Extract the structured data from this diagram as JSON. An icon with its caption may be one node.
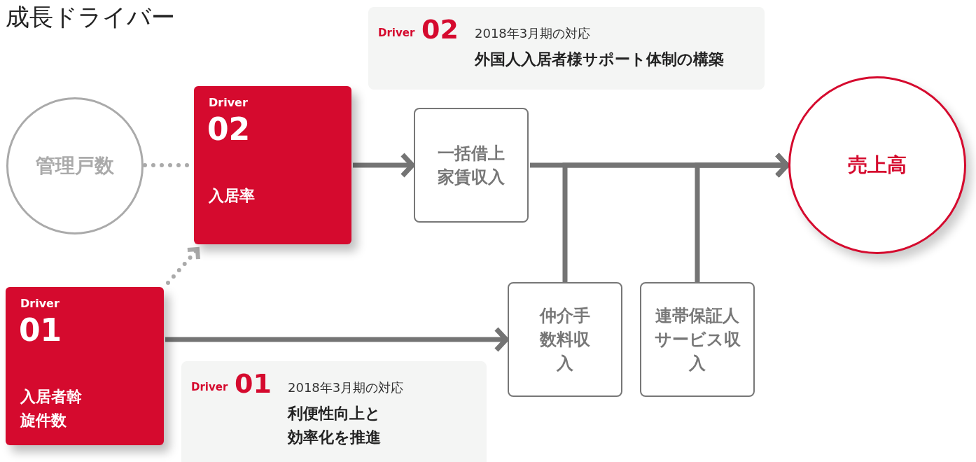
{
  "diagram": {
    "title": "成長ドライバー",
    "nodes": [
      {
        "text": [
          "Driver",
          "02",
          "2018年3月期の対応",
          "外国人入居者様サポート体制の構築"
        ]
      },
      {
        "text": [
          "管理戸数"
        ]
      },
      {
        "text": [
          "Driver",
          "02",
          "入居率"
        ]
      },
      {
        "text": [
          "一括借上家賃収入"
        ]
      },
      {
        "text": [
          "売上高"
        ]
      },
      {
        "text": [
          "Driver",
          "01",
          "入居者斡旋件数"
        ]
      },
      {
        "text": [
          "仲介手数料収入"
        ]
      },
      {
        "text": [
          "連帯保証人サービス収入"
        ]
      },
      {
        "text": [
          "Driver",
          "01",
          "2018年3月期の対応",
          "利便性向上と効率化を推進"
        ]
      }
    ],
    "edges": [
      {
        "from": 1,
        "to": 2,
        "arrow": "none",
        "style": "dashed",
        "color": "#aaaaaa"
      },
      {
        "from": 5,
        "to": 2,
        "arrow": "to",
        "style": "dashed",
        "color": "#aaaaaa"
      },
      {
        "from": 2,
        "to": 3,
        "arrow": "to"
      },
      {
        "from": 3,
        "to": 4,
        "arrow": "to"
      },
      {
        "from": 6,
        "to": 4,
        "arrow": "to"
      },
      {
        "from": 5,
        "to": 6,
        "arrow": "to"
      },
      {
        "from": 7,
        "to": 4,
        "arrow": "to"
      }
    ]
  }
}
